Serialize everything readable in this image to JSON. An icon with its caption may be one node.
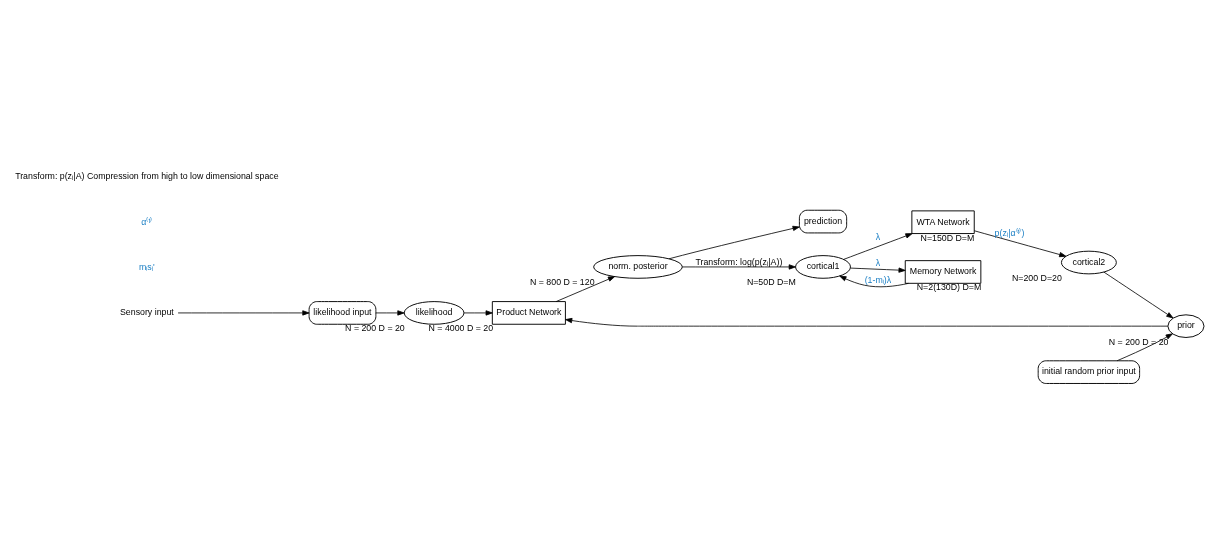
{
  "diagram": {
    "nodes": [
      {
        "text": [
          "Sensory input"
        ]
      },
      {
        "text": [
          "likelihood input"
        ]
      },
      {
        "text": [
          "likelihood"
        ],
        "beside": [
          "N = 200 D = 20"
        ]
      },
      {
        "text": [
          "Product Network"
        ],
        "beside": [
          "N = 4000 D = 20"
        ]
      },
      {
        "text": [
          "initial random prior input"
        ]
      },
      {
        "text": [
          "prior"
        ],
        "beside": [
          "N = 200 D = 20"
        ]
      },
      {
        "text": [
          "norm. posterior"
        ],
        "beside": [
          "N = 800 D = 120"
        ]
      },
      {
        "text": [
          "prediction"
        ]
      },
      {
        "text": [
          "cortical1"
        ],
        "beside": [
          "N=50D D=M"
        ]
      },
      {
        "text": [
          "WTA Network"
        ],
        "beside": [
          "N=150D D=M"
        ]
      },
      {
        "text": [
          "cortical2"
        ],
        "beside": [
          "N=200 D=20"
        ]
      },
      {
        "text": [
          "Memory Network"
        ],
        "beside": [
          "N=2(130D) D=M"
        ]
      }
    ],
    "edges": [
      {
        "from": 0,
        "to": 1,
        "arrow": "to"
      },
      {
        "from": 1,
        "to": 2,
        "arrow": "to"
      },
      {
        "from": 2,
        "to": 3,
        "arrow": "to"
      },
      {
        "from": 4,
        "to": 5,
        "arrow": "to"
      },
      {
        "from": 5,
        "to": 3,
        "arrow": "to"
      },
      {
        "from": 3,
        "to": 6,
        "arrow": "to"
      },
      {
        "from": 6,
        "to": 7,
        "arrow": "to"
      },
      {
        "from": 6,
        "to": 8,
        "arrow": "to",
        "label": "Transform: log(p(zᵢ|A))"
      },
      {
        "from": 8,
        "to": 9,
        "arrow": "to",
        "label": "λ"
      },
      {
        "from": 8,
        "to": 11,
        "arrow": "to",
        "label": "λ"
      },
      {
        "from": 11,
        "to": 8,
        "arrow": "to",
        "label": "(1-mₗ)λ"
      },
      {
        "from": 9,
        "to": 10,
        "arrow": "to",
        "label": "p(zᵢ|α⁽ᵗ⁾)"
      },
      {
        "from": 10,
        "to": 5,
        "arrow": "to"
      }
    ],
    "labels": [
      "mₗsᵢʹ",
      "α⁽ᵗ⁾",
      "Transform: p(zᵢ|A) Compression from high to low dimensional space"
    ]
  }
}
